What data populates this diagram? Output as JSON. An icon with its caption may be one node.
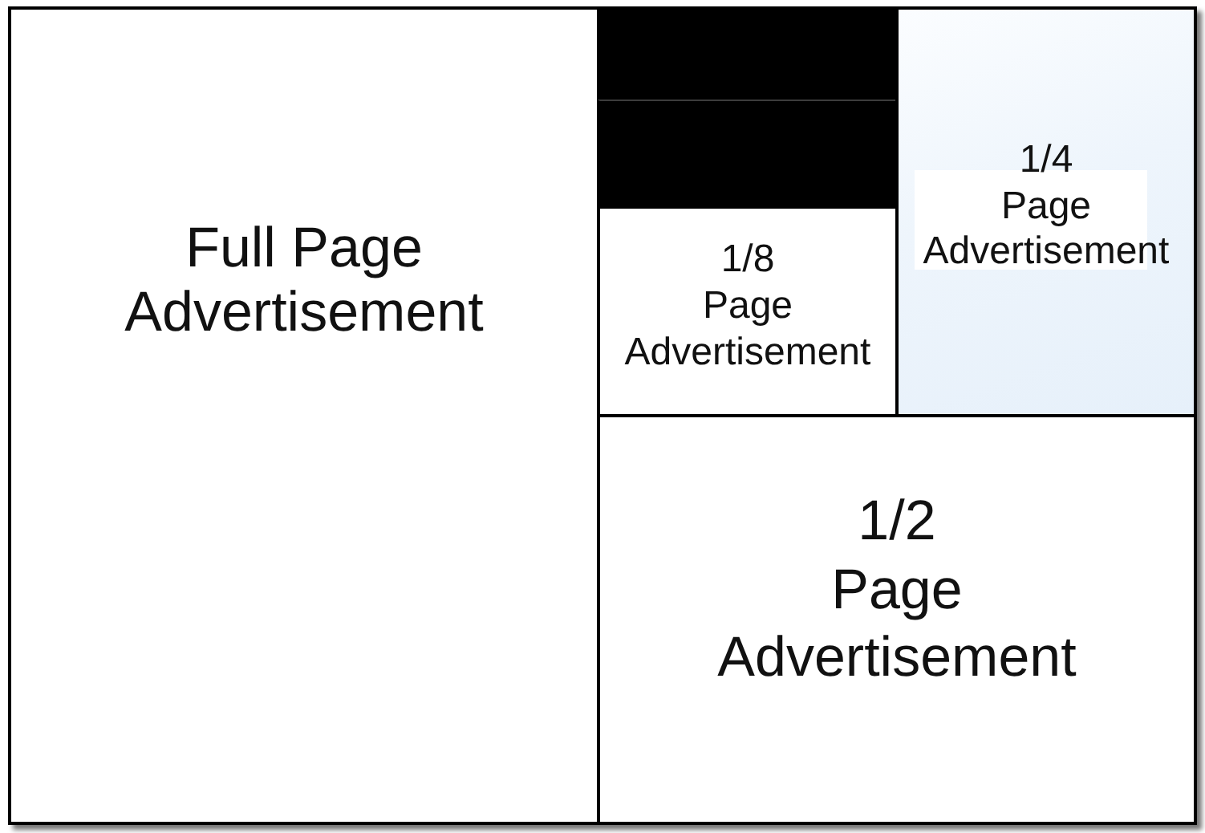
{
  "diagram": {
    "nodes": [
      {
        "text": [
          "Full Page Advertisement"
        ]
      },
      {
        "text": [],
        "shape": "box"
      },
      {
        "text": [],
        "shape": "box"
      },
      {
        "text": [
          "1/8 Page Advertisement"
        ]
      },
      {
        "text": [
          "1/4 Page Advertisement"
        ]
      },
      {
        "text": [
          "1/2 Page Advertisement"
        ]
      }
    ]
  }
}
